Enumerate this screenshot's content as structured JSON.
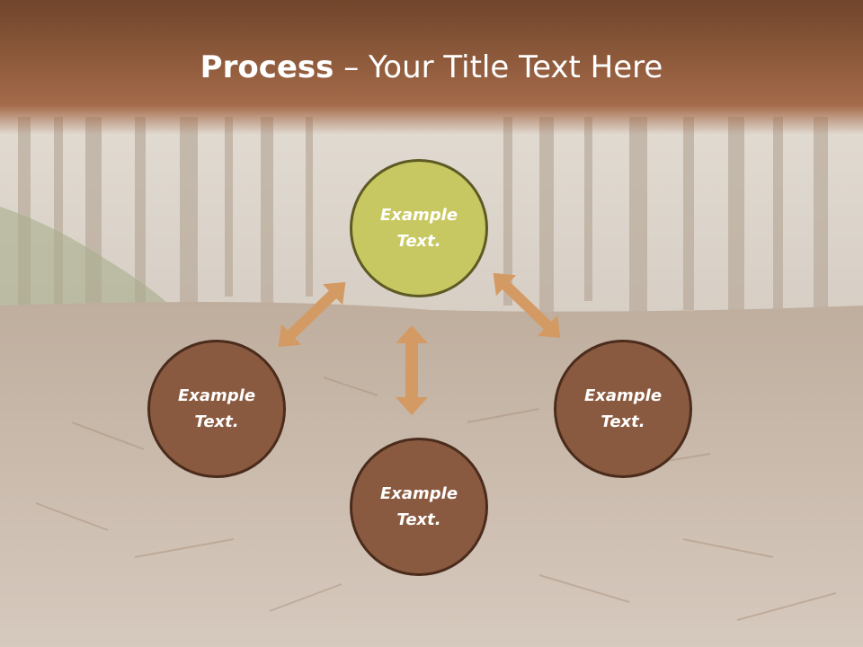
{
  "title": {
    "bold": "Process",
    "dash": " – ",
    "rest": "Your Title Text Here"
  },
  "nodes": {
    "top": "Example Text.",
    "left": "Example Text.",
    "right": "Example Text.",
    "bottom": "Example Text."
  },
  "colors": {
    "header": "#8b583a",
    "node_brown": "#8a5a40",
    "node_brown_border": "#4b2c1c",
    "node_green": "#c8c862",
    "node_green_border": "#5e5a24",
    "arrow": "#d49a64"
  }
}
